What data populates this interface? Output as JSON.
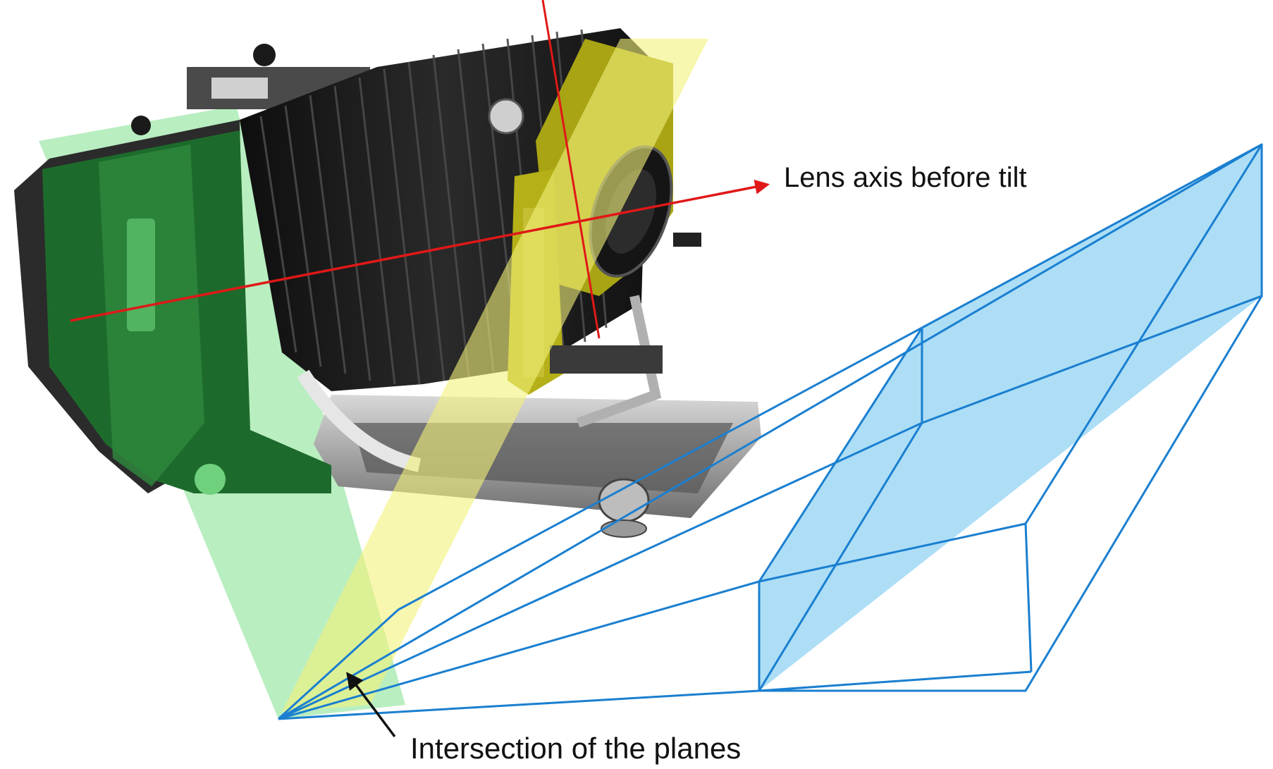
{
  "labels": {
    "lens_axis": "Lens axis before tilt",
    "intersection": "Intersection of the planes"
  },
  "colors": {
    "film_plane": "#8fe39a",
    "lens_plane": "#f4f27a",
    "subject_plane": "#a9dcf5",
    "wireframe": "#1a7fd0",
    "axis": "#e01818",
    "arrow": "#111111",
    "camera_green": "#1d6b2c",
    "bellows": "#1a1a1a",
    "standard_yellow": "#a8a414",
    "metal": "#8c8c8c"
  },
  "icons": {
    "camera": "large-format-view-camera"
  }
}
